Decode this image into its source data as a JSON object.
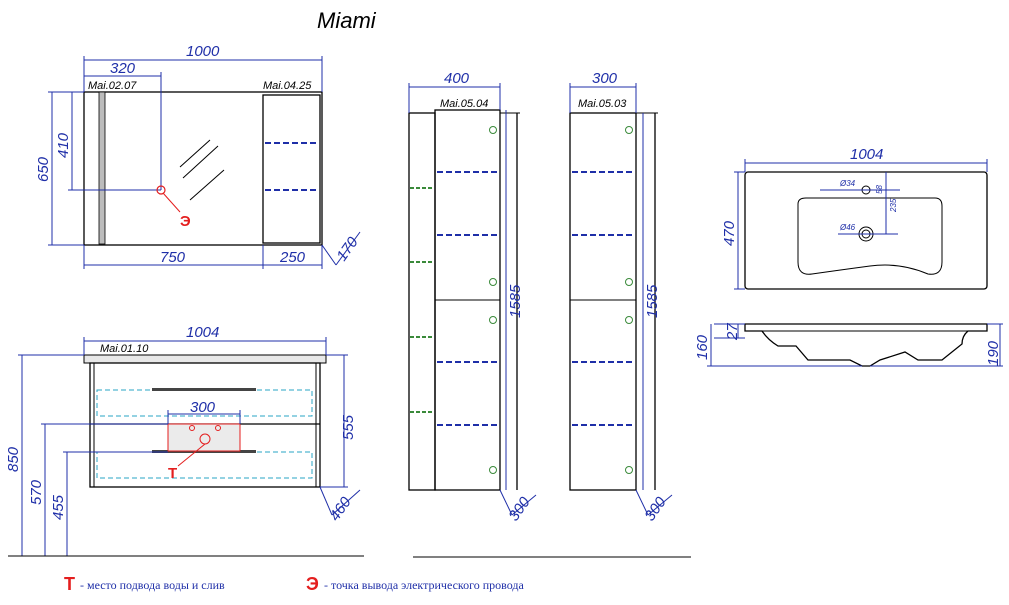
{
  "title": "Miami",
  "mirror": {
    "model": "Mai.02.07",
    "width": "1000",
    "light_offset": "320",
    "height": "650",
    "socket_height": "410",
    "mirror_width": "750",
    "electric_mark": "Э"
  },
  "mirror_cabinet": {
    "model": "Mai.04.25",
    "width": "250",
    "depth": "170"
  },
  "base_unit": {
    "model": "Mai.01.10",
    "width": "1004",
    "cutout": "300",
    "height": "555",
    "depth": "460",
    "total_height": "850",
    "pipe_height": "570",
    "drain_height": "455",
    "water_mark": "T"
  },
  "tall_cabinet_1": {
    "model": "Mai.05.04",
    "width": "400",
    "height": "1585",
    "depth": "300"
  },
  "tall_cabinet_2": {
    "model": "Mai.05.03",
    "width": "300",
    "height": "1585",
    "depth": "300"
  },
  "basin": {
    "width": "1004",
    "depth": "470",
    "tap_hole": "Ø34",
    "tap_offset": "58",
    "drain_offset": "235",
    "drain_hole": "Ø46",
    "rim": "27",
    "height_front": "160",
    "height_back": "190"
  },
  "legend": {
    "water_mark": "T",
    "water_text": "- место подвода воды и слив",
    "electric_mark": "Э",
    "electric_text": "- точка вывода электрического провода"
  },
  "colors": {
    "dimension": "#1f2fa8",
    "outline": "#000000",
    "marker": "#e41e1e",
    "drawer": "#2aa6c4"
  }
}
